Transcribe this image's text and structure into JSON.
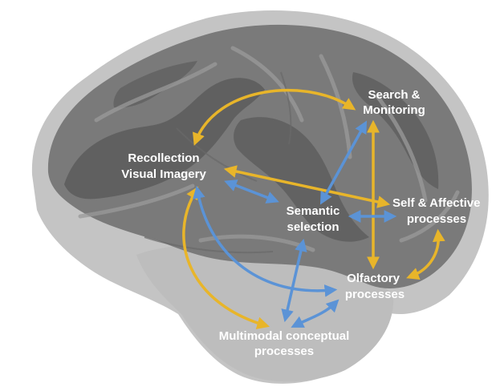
{
  "colors": {
    "background": "#ffffff",
    "brain_outer": "#c4c4c4",
    "brain_main": "#7a7a7a",
    "brain_dark": "#5c5c5c",
    "brain_ridge": "#9a9a9a",
    "temporal": "#bdbdbd",
    "label_text": "#ffffff",
    "orange_arrow": "#e8b52a",
    "blue_arrow": "#5b93d6"
  },
  "nodes": {
    "search": {
      "line1": "Search &",
      "line2": "Monitoring"
    },
    "recollection": {
      "line1": "Recollection",
      "line2": "Visual Imagery"
    },
    "semantic": {
      "line1": "Semantic",
      "line2": "selection"
    },
    "self": {
      "line1": "Self & Affective",
      "line2": "processes"
    },
    "olfactory": {
      "line1": "Olfactory",
      "line2": "processes"
    },
    "multimodal": {
      "line1": "Multimodal conceptual",
      "line2": "processes"
    }
  },
  "connections": [
    {
      "from": "recollection",
      "to": "search",
      "color": "orange"
    },
    {
      "from": "search",
      "to": "olfactory",
      "color": "orange"
    },
    {
      "from": "recollection",
      "to": "self",
      "color": "orange"
    },
    {
      "from": "self",
      "to": "olfactory",
      "color": "orange"
    },
    {
      "from": "recollection",
      "to": "multimodal",
      "color": "orange"
    },
    {
      "from": "search",
      "to": "semantic",
      "color": "blue"
    },
    {
      "from": "recollection",
      "to": "semantic",
      "color": "blue"
    },
    {
      "from": "semantic",
      "to": "self",
      "color": "blue"
    },
    {
      "from": "semantic",
      "to": "multimodal",
      "color": "blue"
    },
    {
      "from": "recollection",
      "to": "olfactory",
      "color": "blue"
    },
    {
      "from": "multimodal",
      "to": "olfactory",
      "color": "blue"
    }
  ]
}
